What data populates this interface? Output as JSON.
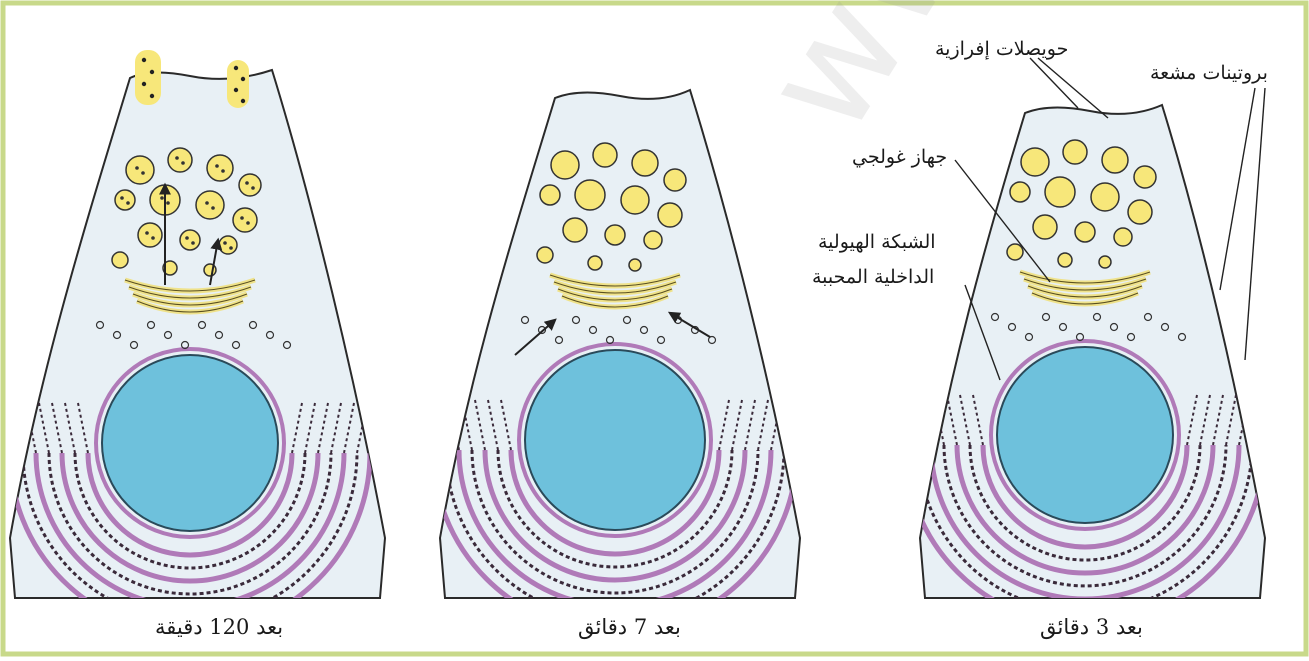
{
  "watermark": "www.it-w.com",
  "panels": [
    {
      "id": "p120",
      "caption": "بعد 120 دقيقة"
    },
    {
      "id": "p7",
      "caption": "بعد 7 دقائق"
    },
    {
      "id": "p3",
      "caption": "بعد 3 دقائق"
    }
  ],
  "labels": {
    "secretory_vesicles": "حويصلات إفرازية",
    "radioactive_proteins": "بروتينات مشعة",
    "golgi": "جهاز غولجي",
    "rough_er_line1": "الشبكة الهيولية",
    "rough_er_line2": "الداخلية المحببة"
  },
  "colors": {
    "frame": "#c8d98a",
    "cytoplasm": "#e8f0f5",
    "nucleus": "#6ec1dc",
    "er": "#b07ab8",
    "vesicle": "#f7e77a",
    "golgi": "#efe28a",
    "outline": "#2a2a2a"
  }
}
